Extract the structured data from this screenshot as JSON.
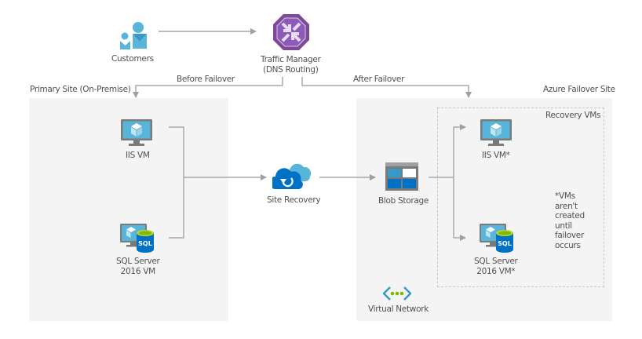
{
  "nodes": {
    "customers": {
      "label": "Customers"
    },
    "traffic_manager": {
      "label_line1": "Traffic Manager",
      "label_line2": "(DNS Routing)"
    },
    "iis_vm": {
      "label": "IIS VM"
    },
    "sql_vm": {
      "label_line1": "SQL Server",
      "label_line2": "2016 VM"
    },
    "site_recovery": {
      "label": "Site Recovery"
    },
    "blob_storage": {
      "label": "Blob Storage"
    },
    "iis_vm_recovery": {
      "label": "IIS VM*"
    },
    "sql_vm_recovery": {
      "label_line1": "SQL Server",
      "label_line2": "2016 VM*"
    },
    "virtual_network": {
      "label": "Virtual Network"
    }
  },
  "groups": {
    "primary_site": {
      "label": "Primary Site (On-Premise)"
    },
    "azure_site": {
      "label": "Azure Failover Site"
    },
    "recovery_vms": {
      "label": "Recovery VMs"
    }
  },
  "edges": {
    "before_failover": {
      "label": "Before Failover"
    },
    "after_failover": {
      "label": "After Failover"
    }
  },
  "note": {
    "lines": [
      "*VMs",
      "aren't",
      "created",
      "until",
      "failover",
      "occurs"
    ]
  },
  "colors": {
    "site_bg": "#f4f4f4",
    "connector": "#a0a0a0",
    "dashed_border": "#c8c8c8",
    "traffic_manager_purple": "#804998",
    "azure_blue": "#0072c6",
    "vm_screen": "#59b4d9",
    "vnet_green": "#7fba00"
  }
}
